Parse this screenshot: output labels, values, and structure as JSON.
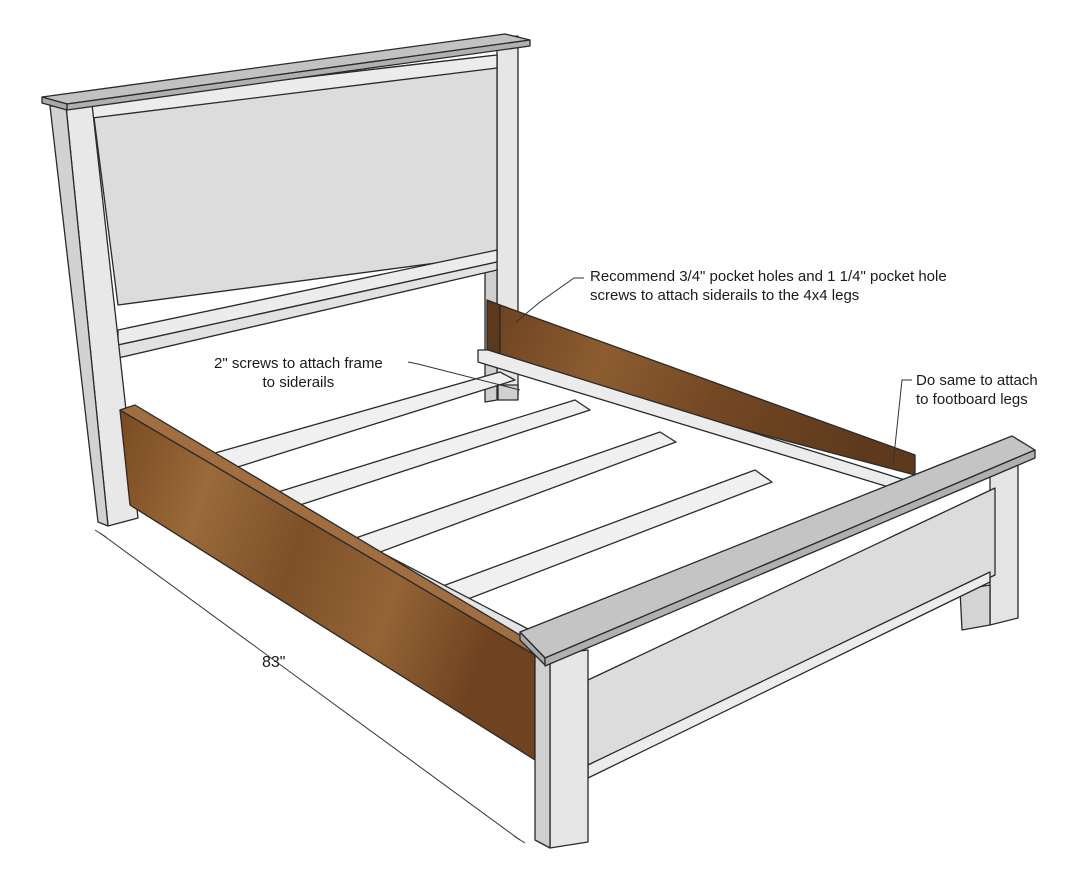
{
  "annotations": {
    "siderail_pocket_holes": {
      "line1": "Recommend 3/4\" pocket holes and 1 1/4\" pocket hole",
      "line2": "screws to attach siderails to the 4x4 legs"
    },
    "frame_screws": {
      "line1": "2\" screws to attach frame",
      "line2": "to siderails"
    },
    "footboard_legs": {
      "line1": "Do same to attach",
      "line2": "to footboard legs"
    }
  },
  "dimensions": {
    "length": "83\""
  },
  "colors": {
    "wood_siderail": "#8a5a2e",
    "painted_board": "#e4e4e4",
    "panel": "#dcdcdc",
    "top_cap": "#b9b9b9",
    "outline": "#2a2a2a"
  }
}
